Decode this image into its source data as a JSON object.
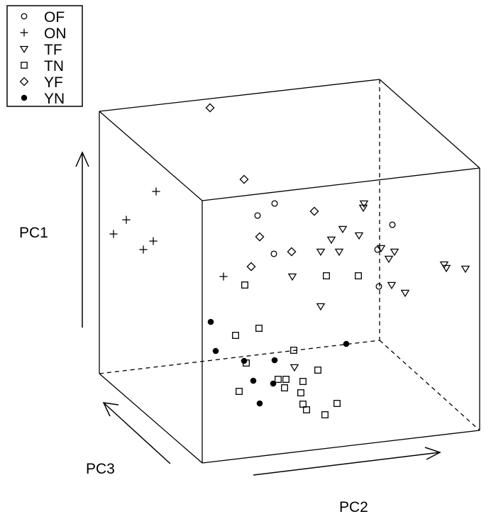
{
  "chart_data": {
    "type": "scatter",
    "title": "",
    "axes": {
      "pc1_label": "PC1",
      "pc2_label": "PC2",
      "pc3_label": "PC3"
    },
    "legend_position": "top-left",
    "legend": [
      {
        "label": "OF",
        "marker": "open-circle"
      },
      {
        "label": "ON",
        "marker": "plus"
      },
      {
        "label": "TF",
        "marker": "open-triangle-down"
      },
      {
        "label": "TN",
        "marker": "open-square"
      },
      {
        "label": "YF",
        "marker": "open-diamond"
      },
      {
        "label": "YN",
        "marker": "filled-circle"
      }
    ],
    "series": [
      {
        "name": "OF",
        "points": [
          [
            363,
            304
          ],
          [
            387,
            287
          ],
          [
            386,
            358
          ],
          [
            553,
            317
          ],
          [
            532,
            352
          ],
          [
            534,
            404
          ]
        ]
      },
      {
        "name": "ON",
        "points": [
          [
            220,
            270
          ],
          [
            178,
            310
          ],
          [
            160,
            330
          ],
          [
            216,
            340
          ],
          [
            202,
            352
          ],
          [
            315,
            390
          ]
        ]
      },
      {
        "name": "TF",
        "points": [
          [
            513,
            287
          ],
          [
            512,
            293
          ],
          [
            483,
            323
          ],
          [
            506,
            332
          ],
          [
            467,
            338
          ],
          [
            478,
            355
          ],
          [
            452,
            355
          ],
          [
            537,
            350
          ],
          [
            556,
            355
          ],
          [
            548,
            365
          ],
          [
            412,
            390
          ],
          [
            626,
            373
          ],
          [
            629,
            378
          ],
          [
            656,
            379
          ],
          [
            552,
            402
          ],
          [
            571,
            413
          ],
          [
            452,
            432
          ],
          [
            415,
            518
          ]
        ]
      },
      {
        "name": "TN",
        "points": [
          [
            460,
            389
          ],
          [
            505,
            389
          ],
          [
            345,
            402
          ],
          [
            365,
            463
          ],
          [
            332,
            473
          ],
          [
            414,
            494
          ],
          [
            347,
            512
          ],
          [
            448,
            522
          ],
          [
            392,
            535
          ],
          [
            403,
            535
          ],
          [
            427,
            538
          ],
          [
            401,
            547
          ],
          [
            337,
            552
          ],
          [
            424,
            554
          ],
          [
            427,
            570
          ],
          [
            475,
            569
          ],
          [
            432,
            578
          ],
          [
            458,
            585
          ]
        ]
      },
      {
        "name": "YF",
        "points": [
          [
            296,
            152
          ],
          [
            344,
            253
          ],
          [
            443,
            298
          ],
          [
            366,
            334
          ],
          [
            411,
            355
          ],
          [
            354,
            376
          ]
        ]
      },
      {
        "name": "YN",
        "points": [
          [
            297,
            454
          ],
          [
            304,
            495
          ],
          [
            344,
            509
          ],
          [
            387,
            508
          ],
          [
            488,
            485
          ],
          [
            357,
            537
          ],
          [
            385,
            541
          ],
          [
            366,
            569
          ]
        ]
      }
    ]
  }
}
